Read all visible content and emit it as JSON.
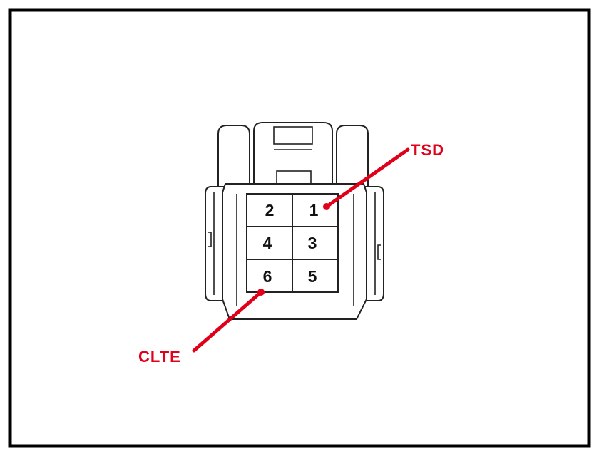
{
  "diagram": {
    "pins": [
      {
        "label": "2"
      },
      {
        "label": "1"
      },
      {
        "label": "4"
      },
      {
        "label": "3"
      },
      {
        "label": "6"
      },
      {
        "label": "5"
      }
    ],
    "callouts": {
      "tsd": {
        "label": "TSD"
      },
      "clte": {
        "label": "CLTE"
      }
    },
    "colors": {
      "callout": "#e0001a",
      "outline": "#222222",
      "frame": "#000000"
    }
  }
}
